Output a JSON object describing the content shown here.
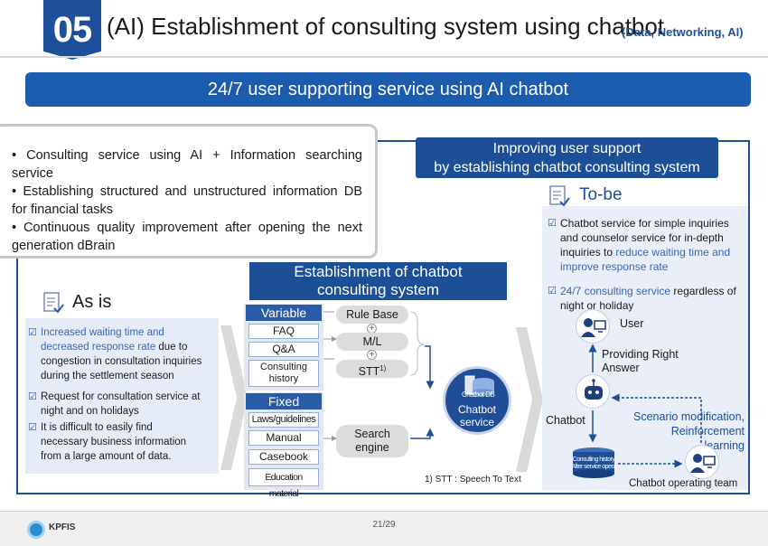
{
  "header": {
    "number": "05",
    "title": "(AI) Establishment of consulting system using chatbot",
    "subtitle": "(Data, Networking, AI)"
  },
  "banner": "24/7 user supporting service using AI chatbot",
  "bullets": [
    "Consulting service using AI + Information searching service",
    "Establishing structured and unstructured information DB for financial tasks",
    "Continuous quality improvement after opening the next generation dBrain"
  ],
  "improve": {
    "line1": "Improving user support",
    "line2": "by establishing chatbot consulting system"
  },
  "as_is": {
    "title": "As is",
    "items": [
      {
        "highlight": "Increased waiting time and decreased response rate",
        "rest": " due to congestion in consultation inquiries during the settlement season"
      },
      {
        "highlight": "",
        "rest": "Request for consultation service at night and on holidays"
      },
      {
        "highlight": "",
        "rest": "It is difficult to easily find necessary business information from a large amount of data."
      }
    ]
  },
  "center": {
    "title_line1": "Establishment of chatbot",
    "title_line2": "consulting system",
    "variable": {
      "header": "Variable",
      "items": [
        "FAQ",
        "Q&A",
        "Consulting history"
      ]
    },
    "fixed": {
      "header": "Fixed",
      "items": [
        "Laws/guidelines",
        "Manual",
        "Casebook",
        "Education material"
      ]
    },
    "pills": [
      "Rule Base",
      "M/L",
      "STT"
    ],
    "stt_sup": "1)",
    "search_engine": "Search engine",
    "footnote": "1) STT : Speech To Text",
    "chatbot_db": "Chatbot DB",
    "chatbot_service": "Chatbot service"
  },
  "to_be": {
    "title": "To-be",
    "item1_plain": "Chatbot service for simple inquiries and counselor service for in-depth inquiries to ",
    "item1_hl": "reduce waiting time and improve response rate",
    "item2_hl": "24/7 consulting service",
    "item2_plain": " regardless of night or holiday",
    "user": "User",
    "providing": "Providing Right Answer",
    "chatbot": "Chatbot",
    "scenario": "Scenario modification, Reinforcement learning",
    "db_label": "Consulting history After service opera",
    "team": "Chatbot operating team"
  },
  "footer": {
    "logo_text": "KPFIS",
    "page": "21/29"
  },
  "colors": {
    "primary": "#1d4f96",
    "banner": "#1b5cae",
    "highlight": "#3a66b8",
    "panel": "#e6ecf7"
  }
}
